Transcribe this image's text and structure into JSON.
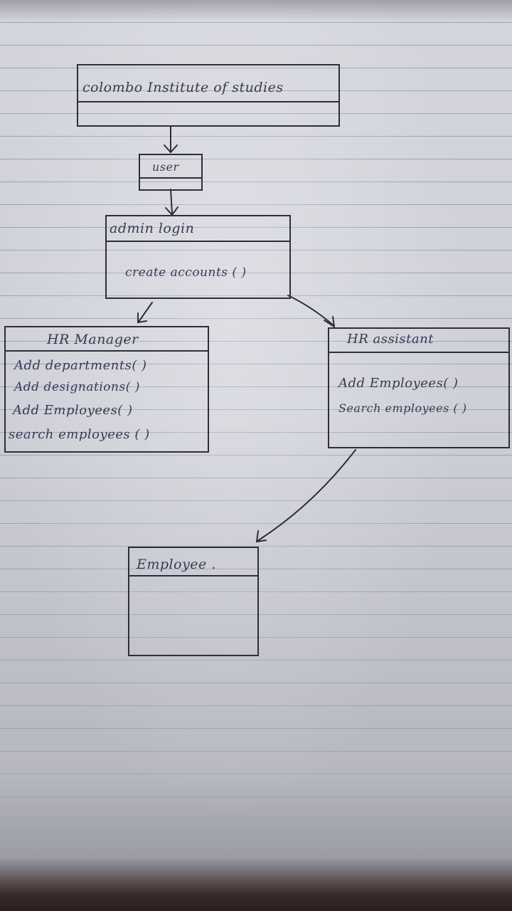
{
  "institute": {
    "title": "colombo Institute of studies"
  },
  "user": {
    "label": "user"
  },
  "admin": {
    "title": "admin login",
    "methods": [
      "create accounts ( )"
    ]
  },
  "hr_manager": {
    "title": "HR Manager",
    "methods": [
      "Add departments( )",
      "Add designations( )",
      "Add Employees( )",
      "search employees ( )"
    ]
  },
  "hr_assistant": {
    "title": "HR assistant",
    "methods": [
      "Add Employees( )",
      "Search employees ( )"
    ]
  },
  "employee": {
    "title": "Employee ."
  },
  "colors": {
    "ink": "#3a3a52",
    "line": "#2e2e3a",
    "paper": "#d0d0d8",
    "rule": "#9aa3b8"
  }
}
